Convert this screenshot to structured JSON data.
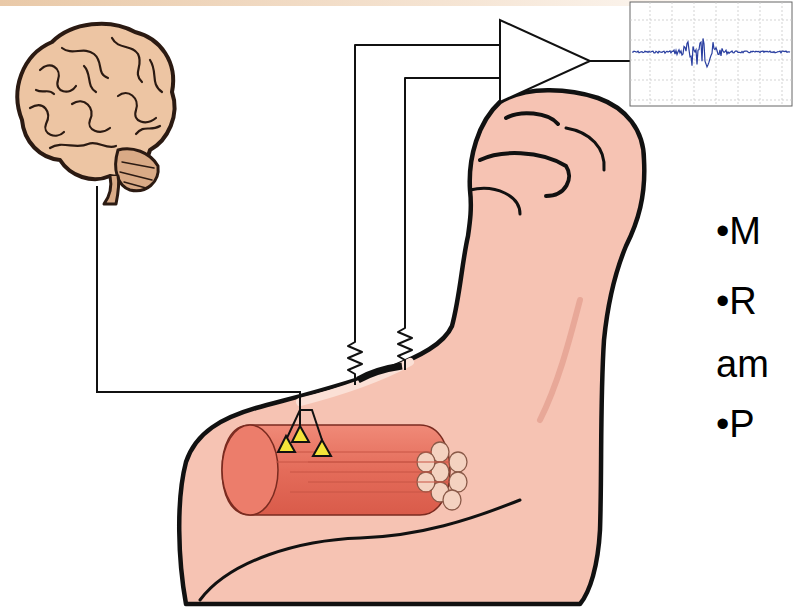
{
  "diagram": {
    "labels": [
      "•M",
      "•R",
      "am",
      "•P"
    ]
  }
}
